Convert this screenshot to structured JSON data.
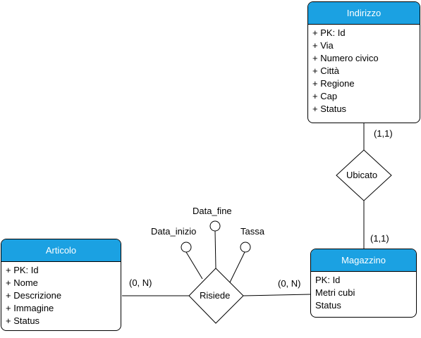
{
  "entities": {
    "indirizzo": {
      "title": "Indirizzo",
      "attributes": [
        "+ PK: Id",
        "+ Via",
        "+ Numero civico",
        "+ Città",
        "+ Regione",
        "+ Cap",
        "+ Status"
      ]
    },
    "articolo": {
      "title": "Articolo",
      "attributes": [
        "+ PK: Id",
        "+ Nome",
        "+ Descrizione",
        "+ Immagine",
        "+ Status"
      ]
    },
    "magazzino": {
      "title": "Magazzino",
      "attributes": [
        "PK: Id",
        "Metri cubi",
        "Status"
      ]
    }
  },
  "relationships": {
    "ubicato": {
      "label": "Ubicato"
    },
    "risiede": {
      "label": "Risiede"
    }
  },
  "relationship_attributes": {
    "data_inizio": "Data_inizio",
    "data_fine": "Data_fine",
    "tassa": "Tassa"
  },
  "cardinalities": {
    "indirizzo_ubicato": "(1,1)",
    "magazzino_ubicato": "(1,1)",
    "articolo_risiede": "(0, N)",
    "magazzino_risiede": "(0, N)"
  },
  "colors": {
    "entity_header": "#1ba1e2",
    "entity_header_text": "#ffffff",
    "line": "#000000"
  }
}
